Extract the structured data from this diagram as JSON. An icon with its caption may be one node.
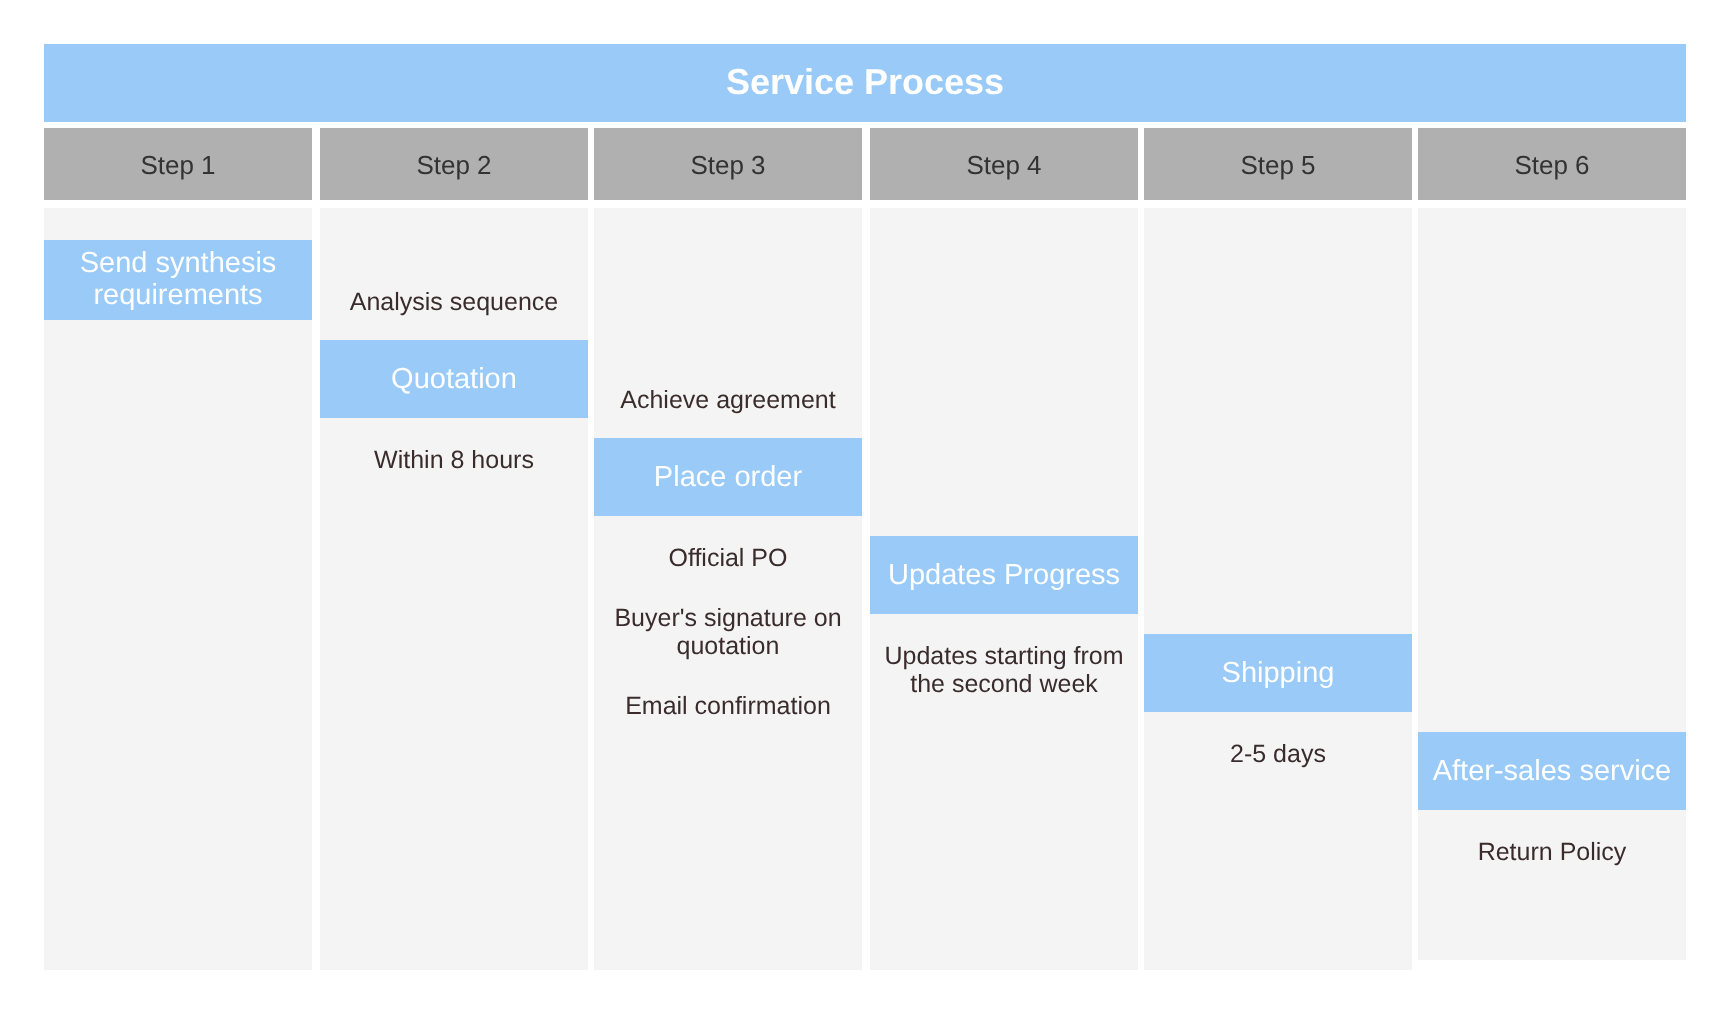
{
  "diagram": {
    "title": "Service Process",
    "nodes": [
      {
        "text": [
          "Step 1"
        ]
      },
      {
        "text": [
          "Send synthesis requirements"
        ],
        "in": 0
      },
      {
        "text": [
          "Step 2"
        ]
      },
      {
        "text": [
          "Quotation"
        ],
        "in": 2,
        "beside": [
          "Analysis sequence",
          "Within 8 hours"
        ]
      },
      {
        "text": [
          "Step 3"
        ]
      },
      {
        "text": [
          "Place order"
        ],
        "in": 4,
        "beside": [
          "Achieve agreement",
          "Official PO",
          "Buyer's signature on quotation",
          "Email confirmation"
        ]
      },
      {
        "text": [
          "Step 4"
        ]
      },
      {
        "text": [
          "Updates Progress"
        ],
        "in": 6,
        "beside": [
          "Updates starting from the second week"
        ]
      },
      {
        "text": [
          "Step 5"
        ]
      },
      {
        "text": [
          "Shipping"
        ],
        "in": 8,
        "beside": [
          "2-5 days"
        ]
      },
      {
        "text": [
          "Step 6"
        ]
      },
      {
        "text": [
          "After-sales service"
        ],
        "in": 10,
        "beside": [
          "Return Policy"
        ]
      }
    ]
  }
}
